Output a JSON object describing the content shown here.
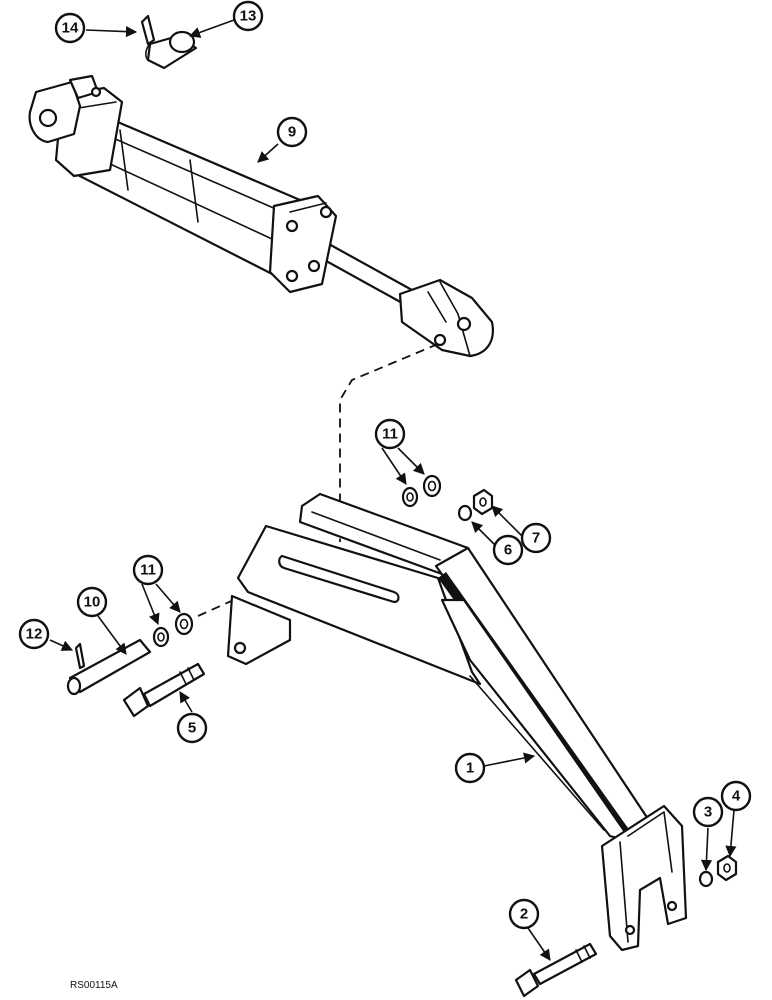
{
  "callouts": {
    "c1": "1",
    "c2": "2",
    "c3": "3",
    "c4": "4",
    "c5": "5",
    "c6": "6",
    "c7": "7",
    "c9": "9",
    "c10": "10",
    "c11a": "11",
    "c11b": "11",
    "c12": "12",
    "c13": "13",
    "c14": "14"
  },
  "footer": {
    "drawing_id": "RS00115A"
  }
}
